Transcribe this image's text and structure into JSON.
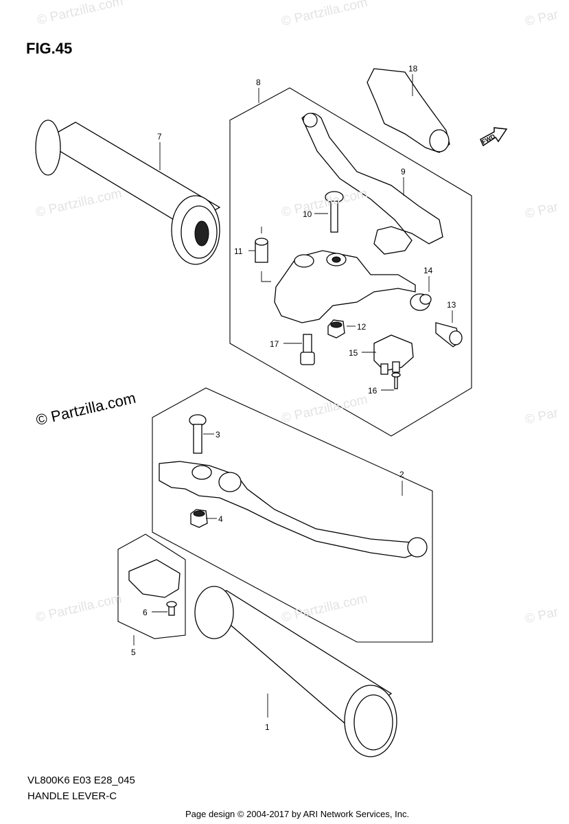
{
  "figure_title": "FIG.45",
  "diagram_code": "VL800K6 E03 E28_045",
  "diagram_name": "HANDLE LEVER-C",
  "footer_text": "Page design © 2004-2017 by ARI Network Services, Inc.",
  "watermark_main": "© Partzilla.com",
  "watermark_light": "© Partzilla.com",
  "watermark_edge": "© Par",
  "fwd_label": "FWD",
  "callouts": [
    "1",
    "2",
    "3",
    "4",
    "5",
    "6",
    "7",
    "8",
    "9",
    "10",
    "11",
    "12",
    "13",
    "14",
    "15",
    "16",
    "17",
    "18"
  ]
}
